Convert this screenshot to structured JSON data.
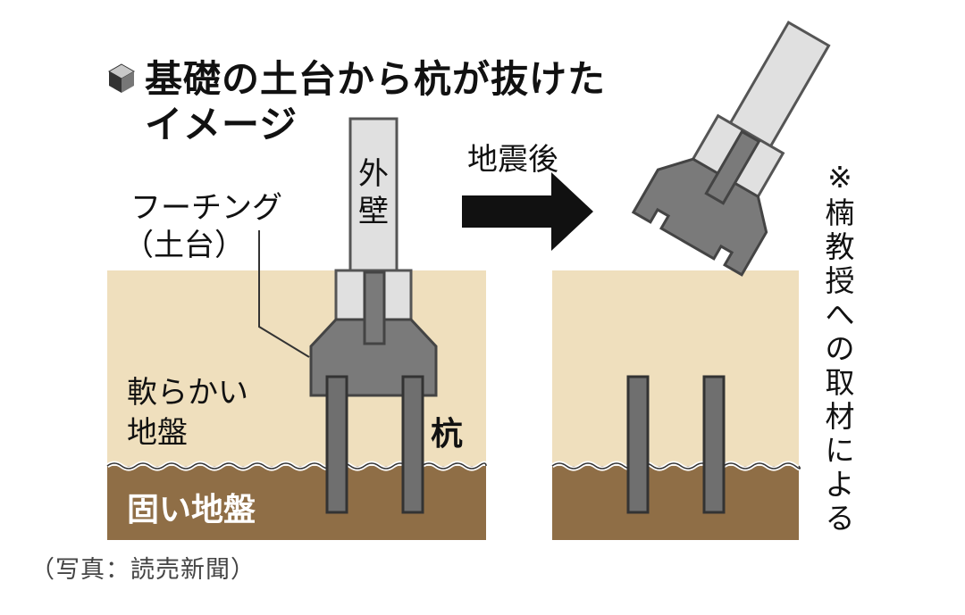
{
  "title": {
    "line1": "基礎の土台から杭が抜けた",
    "line2": "イメージ"
  },
  "labels": {
    "outer_wall_1": "外",
    "outer_wall_2": "壁",
    "footing": "フーチング",
    "footing_sub": "（土台）",
    "soft_ground_1": "軟らかい",
    "soft_ground_2": "地盤",
    "hard_ground": "固い地盤",
    "pile": "杭",
    "after_quake": "地震後"
  },
  "note": {
    "mark": "※",
    "chars": [
      "楠",
      "教",
      "授",
      "へ",
      "の",
      "取",
      "材",
      "に",
      "よ",
      "る"
    ]
  },
  "caption": "（写真：読売新聞）",
  "colors": {
    "soft_ground": "#efdfbd",
    "hard_ground": "#8f6e46",
    "concrete": "#7a7a7a",
    "wall": "#e0e0e0",
    "arrow": "#111111"
  }
}
